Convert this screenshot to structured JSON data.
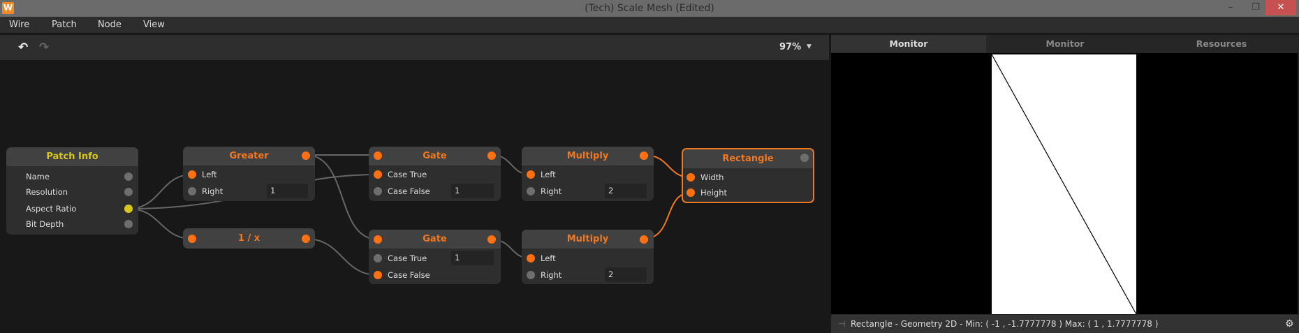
{
  "window": {
    "title": "(Tech)  Scale Mesh (Edited)",
    "logo": "W"
  },
  "menu": [
    "Wire",
    "Patch",
    "Node",
    "View"
  ],
  "toolbar": {
    "zoom": "97%"
  },
  "nodes": {
    "patch_info": {
      "title": "Patch Info",
      "outputs": [
        "Name",
        "Resolution",
        "Aspect Ratio",
        "Bit Depth"
      ]
    },
    "greater": {
      "title": "Greater",
      "inputs": [
        "Left",
        "Right"
      ],
      "right_value": "1"
    },
    "inverse": {
      "title": "1 / x"
    },
    "gate1": {
      "title": "Gate",
      "inputs": [
        "Case True",
        "Case False"
      ],
      "case_false_value": "1"
    },
    "gate2": {
      "title": "Gate",
      "inputs": [
        "Case True",
        "Case False"
      ],
      "case_true_value": "1"
    },
    "multiply1": {
      "title": "Multiply",
      "inputs": [
        "Left",
        "Right"
      ],
      "right_value": "2"
    },
    "multiply2": {
      "title": "Multiply",
      "inputs": [
        "Left",
        "Right"
      ],
      "right_value": "2"
    },
    "rectangle": {
      "title": "Rectangle",
      "inputs": [
        "Width",
        "Height"
      ]
    }
  },
  "panel": {
    "tabs": [
      "Monitor",
      "Monitor",
      "Resources"
    ],
    "status": "Rectangle - Geometry 2D - Min: ( -1 , -1.7777778 )  Max: ( 1 , 1.7777778 )"
  },
  "colors": {
    "accent": "#ff7010",
    "patch_info": "#d8c81c"
  }
}
